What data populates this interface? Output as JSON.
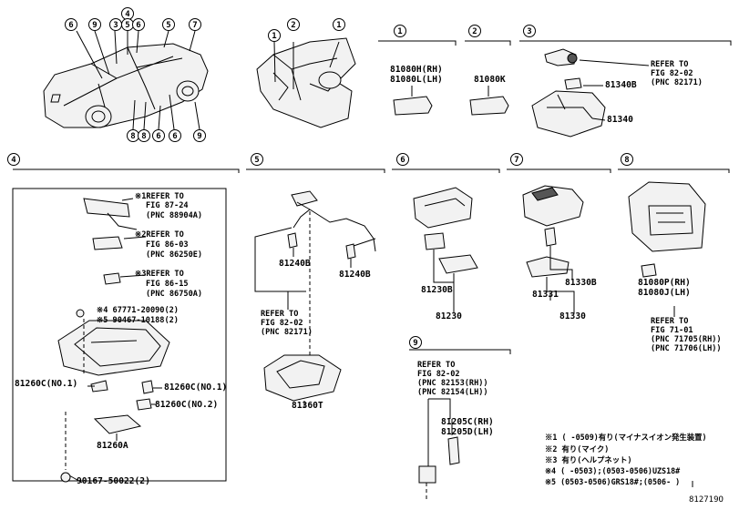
{
  "callouts": {
    "c1": "1",
    "c2": "2",
    "c3": "3",
    "c4": "4",
    "c5": "5",
    "c6": "6",
    "c7": "7",
    "c8": "8",
    "c9": "9"
  },
  "group1": {
    "part_rh": "81080H(RH)",
    "part_lh": "81080L(LH)"
  },
  "group2": {
    "part": "81080K"
  },
  "group3": {
    "refer": [
      "REFER TO",
      "FIG 82-02",
      "(PNC 82171)"
    ],
    "part_a": "81340B",
    "part_b": "81340"
  },
  "group4": {
    "note1": [
      "※1REFER TO",
      "FIG 87-24",
      "(PNC 88904A)"
    ],
    "note2": [
      "※2REFER TO",
      "FIG 86-03",
      "(PNC 86250E)"
    ],
    "note3": [
      "※3REFER TO",
      "FIG 86-15",
      "(PNC 86750A)"
    ],
    "bolt_a": "※4 67771-20090(2)",
    "bolt_b": "※5 90467-10188(2)",
    "p1": "81260C(NO.1)",
    "p2": "81260C(NO.1)",
    "p3": "81260C(NO.2)",
    "assy": "81260A",
    "screw": "90167-50022(2)"
  },
  "group5": {
    "part_a": "81240B",
    "part_b": "81240B",
    "refer": [
      "REFER TO",
      "FIG 82-02",
      "(PNC 82171)"
    ],
    "lower": "81360T"
  },
  "group6": {
    "part_a": "81230B",
    "part_b": "81230"
  },
  "group7": {
    "part_a": "81330B",
    "part_b": "81331",
    "part_c": "81330"
  },
  "group8": {
    "part_rh": "81080P(RH)",
    "part_lh": "81080J(LH)",
    "refer": [
      "REFER TO",
      "FIG 71-01",
      "(PNC 71705(RH))",
      "(PNC 71706(LH))"
    ]
  },
  "group9": {
    "refer": [
      "REFER TO",
      "FIG 82-02",
      "(PNC 82153(RH))",
      "(PNC 82154(LH))"
    ],
    "part_rh": "81205C(RH)",
    "part_lh": "81205D(LH)"
  },
  "footnotes": [
    "※1 (    -0509)有り(マイナスイオン発生装置)",
    "※2 有り(マイク)",
    "※3 有り(ヘルプネット)",
    "※4 (      -0503);(0503-0506)UZS18#",
    "※5 (0503-0506)GRS18#;(0506-     )"
  ],
  "figure_id": "812719O"
}
